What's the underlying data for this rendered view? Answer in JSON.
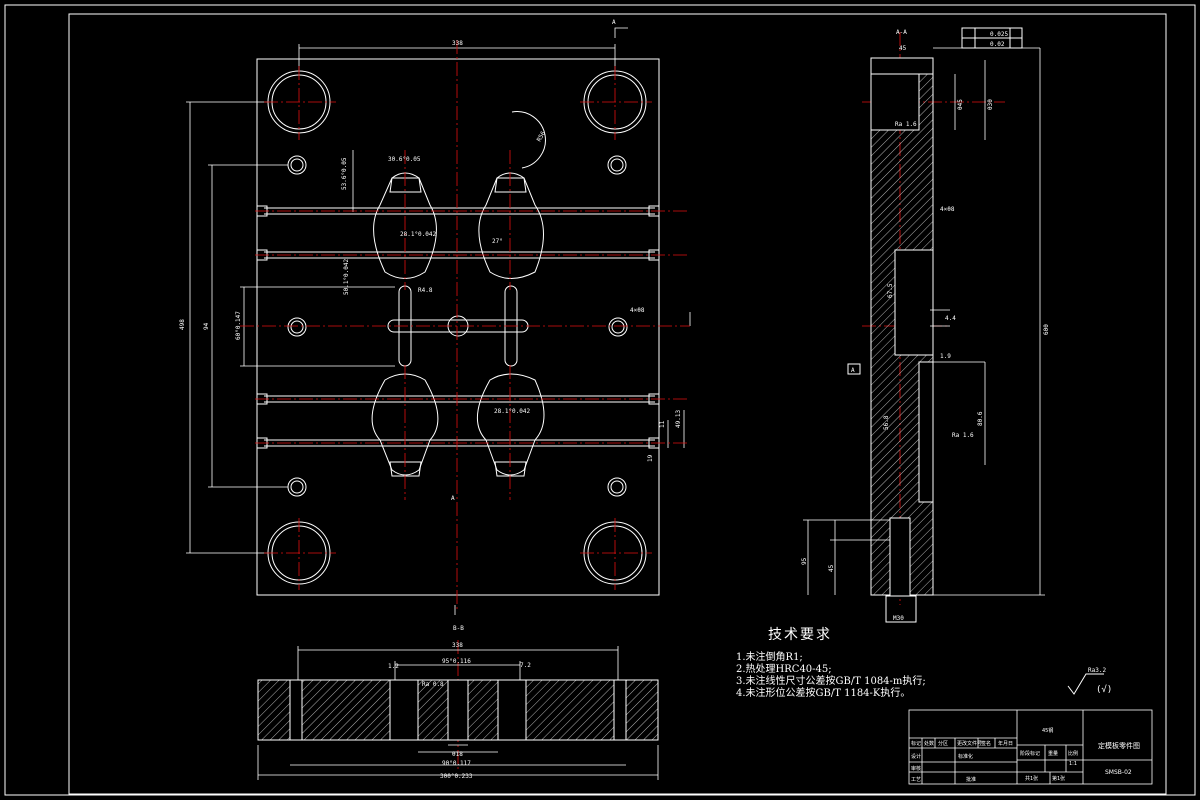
{
  "drawing": {
    "views": {
      "main_top_label": "A",
      "main_bottom_label": "A",
      "section_top": "A-A",
      "section_bottom": "B-B"
    },
    "dims": {
      "top_width": "338",
      "left_height": "498",
      "left_inner": "94",
      "left_mid": "60°0.147",
      "right_total": "600",
      "right_width": "45",
      "right_top1": "θ45",
      "right_top2": "θ30",
      "right_dim_a": "67.5",
      "right_dim_b": "56.8",
      "right_dim_c": "4.4",
      "right_dim_d": "1.9",
      "right_dim_e": "80.6",
      "right_bot_a": "95",
      "right_bot_b": "45",
      "right_bot_c": "M30",
      "hole_label": "4×θ8",
      "bottom_overall": "338",
      "bottom_overall2": "300°0.233",
      "bottom_inner": "95°0.116",
      "bottom_inner2": "90°0.117",
      "bottom_center": "θ18",
      "ra_a": "Ra 0.8",
      "ra_b": "Ra 1.6",
      "ra_c": "Ra 1.6",
      "angle_a": "27°",
      "angle_b": "R56",
      "gtol_a": "0.025",
      "gtol_b": "0.02",
      "datum": "A",
      "bottom_small_a": "1.2",
      "bottom_small_b": "7.2",
      "cav_label_a": "30.6°0.05",
      "cav_label_b": "28.1°0.042",
      "cav_label_c": "53.6°0.05",
      "cav_label_d": "50.1°0.042",
      "small_r": "R4.8",
      "side_dims_a": "11",
      "side_dims_b": "49.13",
      "side_dims_c": "19"
    }
  },
  "tech_requirements": {
    "title": "技术要求",
    "items": [
      "1.未注倒角R1;",
      "2.热处理HRC40-45;",
      "3.未注线性尺寸公差按GB/T 1084-m执行;",
      "4.未注形位公差按GB/T 1184-K执行。"
    ]
  },
  "roughness": {
    "symbol": "Ra3.2",
    "paren": "(√)"
  },
  "title_block": {
    "part_name": "定模板零件图",
    "drawing_no": "SMSB-02",
    "scale": "1:1",
    "material": "45钢",
    "sheet": "第1张",
    "sheets": "共1张",
    "labels": {
      "mark": "标记",
      "count": "处数",
      "zone": "分区",
      "change_doc": "更改文件号",
      "signature": "签名",
      "date": "年月日",
      "design": "设计",
      "standardization": "标准化",
      "stage_mark": "阶段标记",
      "weight": "重量",
      "scale_label": "比例",
      "review": "审核",
      "process": "工艺",
      "approve": "批准"
    }
  },
  "colors": {
    "line": "#ffffff",
    "center": "#e01010",
    "background": "#000000"
  }
}
